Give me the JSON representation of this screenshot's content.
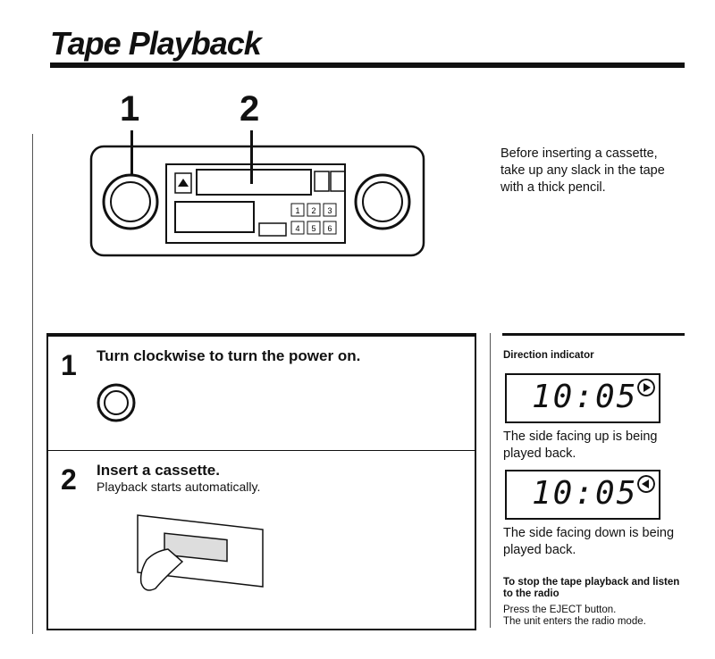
{
  "page_title": "Tape Playback",
  "callouts": {
    "one": "1",
    "two": "2"
  },
  "intro_text": "Before inserting a cassette, take up any slack in the tape with a thick pencil.",
  "steps": [
    {
      "number": "1",
      "heading": "Turn clockwise to turn the power on.",
      "subtext": ""
    },
    {
      "number": "2",
      "heading": "Insert a cassette.",
      "subtext": "Playback starts automatically."
    }
  ],
  "direction": {
    "label": "Direction indicator",
    "display_time": "10:05",
    "forward_caption": "The side facing up is being played back.",
    "reverse_caption": "The side facing down is being played back."
  },
  "stop": {
    "heading": "To stop the tape playback and listen to the radio",
    "line1": "Press the EJECT button.",
    "line2": "The unit enters the radio mode."
  },
  "preset_buttons": [
    "1",
    "2",
    "3",
    "4",
    "5",
    "6"
  ]
}
